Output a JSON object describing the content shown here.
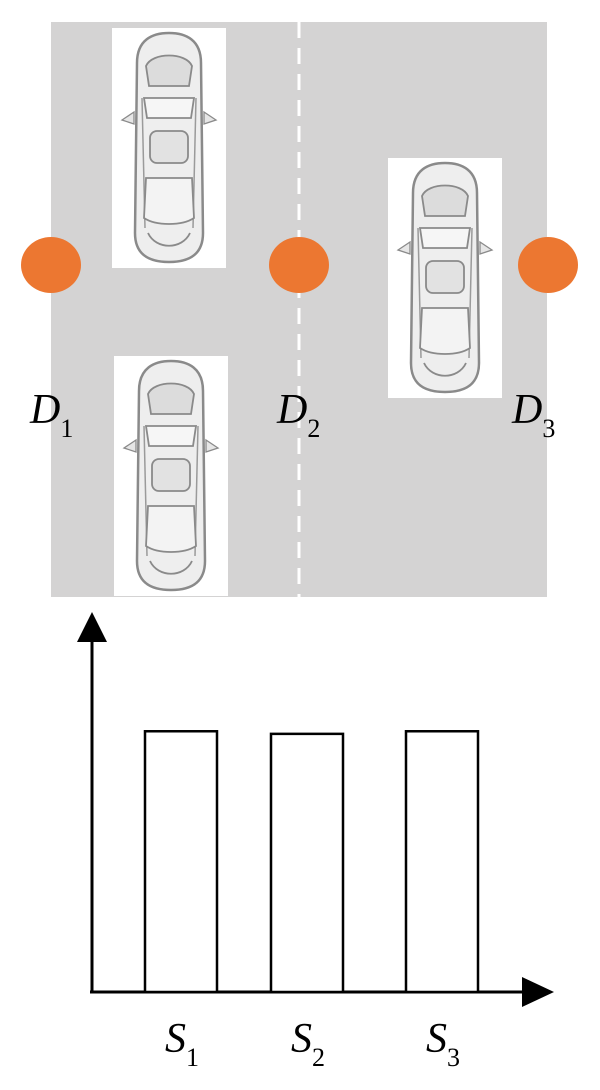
{
  "road": {
    "colors": {
      "road": "#d4d3d3",
      "lane_marking": "#ffffff",
      "sensor": "#ec7731"
    },
    "sensors": [
      {
        "letter": "D",
        "index": "1"
      },
      {
        "letter": "D",
        "index": "2"
      },
      {
        "letter": "D",
        "index": "3"
      }
    ],
    "vehicles": [
      {
        "icon": "car-top-view-icon"
      },
      {
        "icon": "car-top-view-icon"
      },
      {
        "icon": "car-top-view-icon"
      }
    ]
  },
  "chart_data": {
    "type": "bar",
    "categories": [
      {
        "letter": "S",
        "index": "1"
      },
      {
        "letter": "S",
        "index": "2"
      },
      {
        "letter": "S",
        "index": "3"
      }
    ],
    "values": [
      1,
      0.99,
      1
    ],
    "ylim": [
      0,
      1.35
    ],
    "grid": false,
    "bar_fill": "#ffffff",
    "bar_stroke": "#000000"
  }
}
